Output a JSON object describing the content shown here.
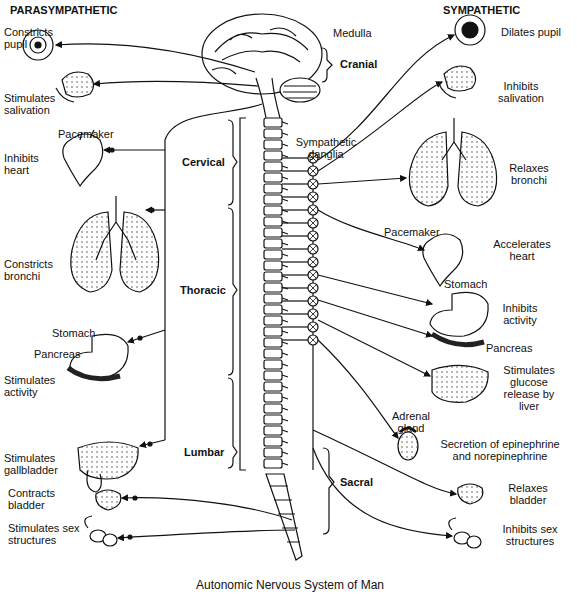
{
  "diagram": {
    "caption": "Autonomic Nervous System of Man",
    "labels": [
      "PARASYMPATHETIC",
      "Constricts pupil",
      "Stimulates salivation",
      "Pacemaker",
      "Inhibits heart",
      "Constricts bronchi",
      "Stomach",
      "Pancreas",
      "Stimulates activity",
      "Stimulates gallbladder",
      "Contracts bladder",
      "Stimulates sex structures",
      "Medulla",
      "Cranial",
      "Cervical",
      "Sympathetic ganglia",
      "Thoracic",
      "Lumbar",
      "Sacral",
      "SYMPATHETIC",
      "Dilates pupil",
      "Inhibits salivation",
      "Relaxes bronchi",
      "Pacemaker",
      "Accelerates heart",
      "Stomach",
      "Inhibits activity",
      "Pancreas",
      "Stimulates glucose release by liver",
      "Adrenal gland",
      "Secretion of epinephrine and norepinephrine",
      "Relaxes bladder",
      "Inhibits sex structures"
    ]
  }
}
